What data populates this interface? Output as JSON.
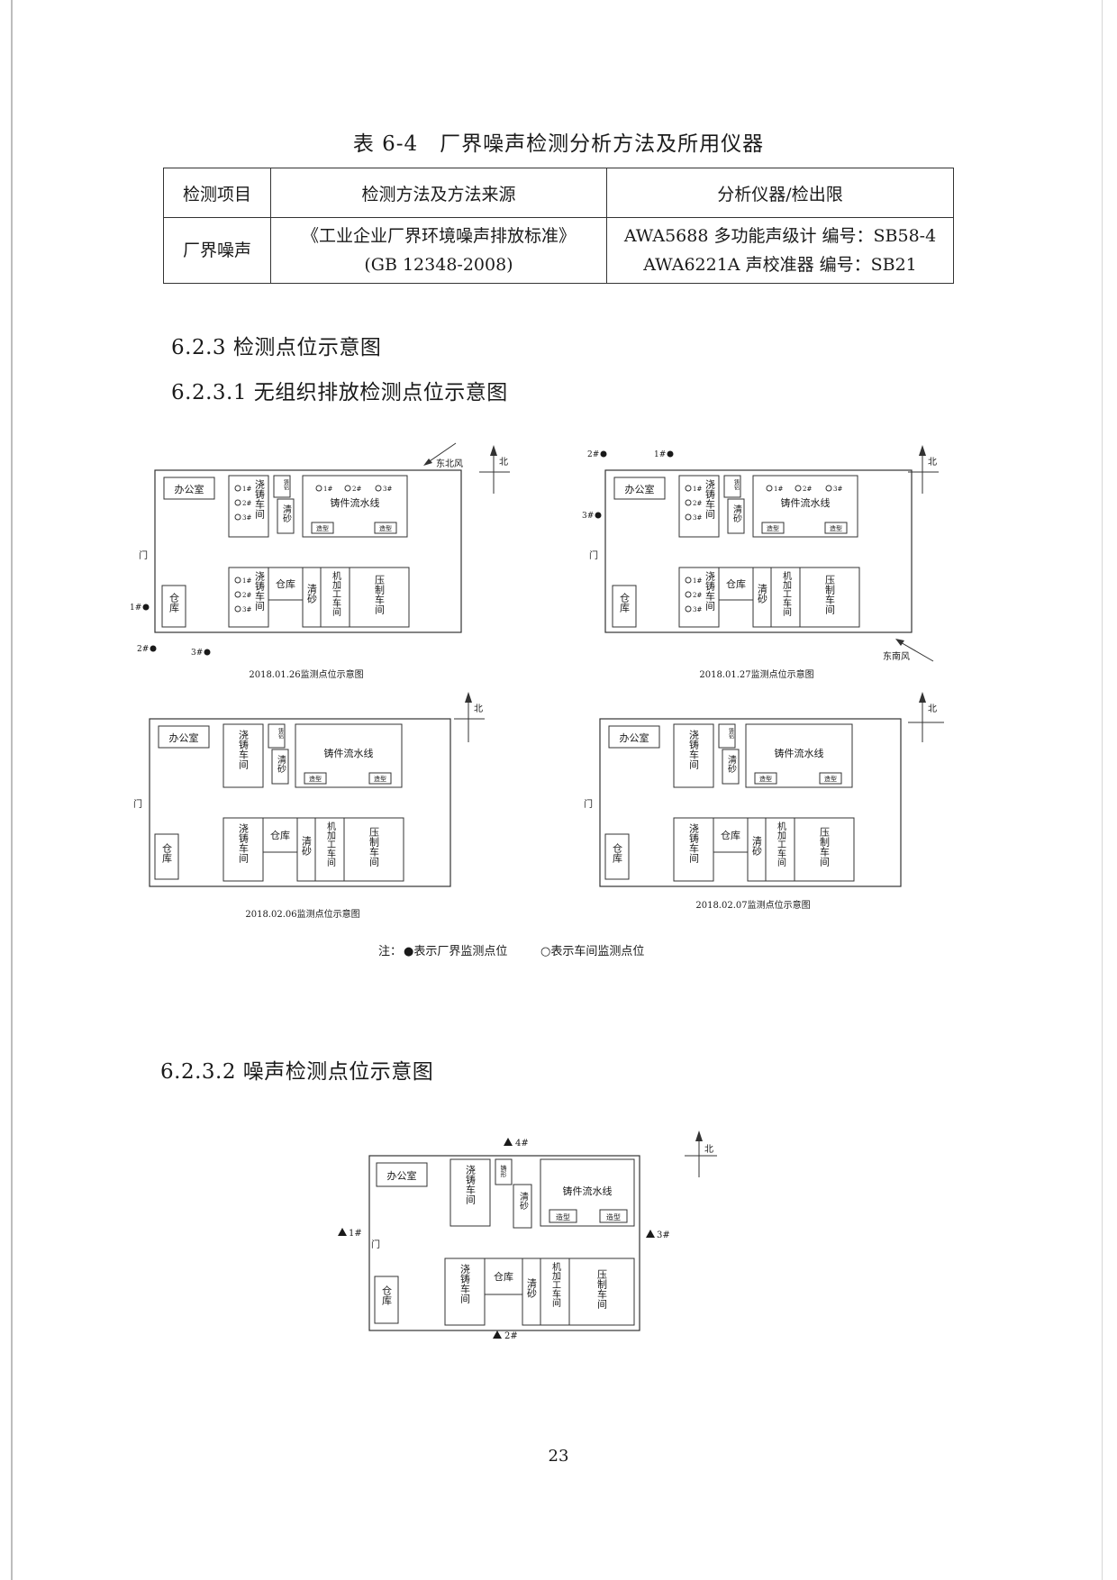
{
  "table": {
    "title": "表 6-4　厂界噪声检测分析方法及所用仪器",
    "headers": [
      "检测项目",
      "检测方法及方法来源",
      "分析仪器/检出限"
    ],
    "row": {
      "item": "厂界噪声",
      "method_line1": "《工业企业厂界环境噪声排放标准》",
      "method_line2": "(GB 12348-2008)",
      "instrument_line1": "AWA5688 多功能声级计 编号：SB58-4",
      "instrument_line2": "AWA6221A 声校准器 编号：SB21"
    }
  },
  "sections": {
    "s623": "6.2.3 检测点位示意图",
    "s6231": "6.2.3.1 无组织排放检测点位示意图",
    "s6232": "6.2.3.2 噪声检测点位示意图"
  },
  "labels": {
    "office": "办公室",
    "pour_workshop": "浇铸车间",
    "warehouse": "仓库",
    "cleaning": "清砂",
    "casting_line": "铸件流水线",
    "molding": "造型",
    "machining": "机加工车间",
    "pressing": "压制车间",
    "gate": "门",
    "north": "北",
    "cast_al": "铸铝",
    "cast_shape": "铸形",
    "p1": "1#",
    "p2": "2#",
    "p3": "3#",
    "p4": "4#"
  },
  "diagrams": {
    "d1": {
      "caption": "2018.01.26监测点位示意图",
      "wind": "东北风"
    },
    "d2": {
      "caption": "2018.01.27监测点位示意图",
      "wind": "东南风"
    },
    "d3": {
      "caption": "2018.02.06监测点位示意图"
    },
    "d4": {
      "caption": "2018.02.07监测点位示意图"
    }
  },
  "note": {
    "prefix": "注：",
    "filled": "●表示厂界监测点位",
    "hollow": "○表示车间监测点位"
  },
  "page_number": "23"
}
